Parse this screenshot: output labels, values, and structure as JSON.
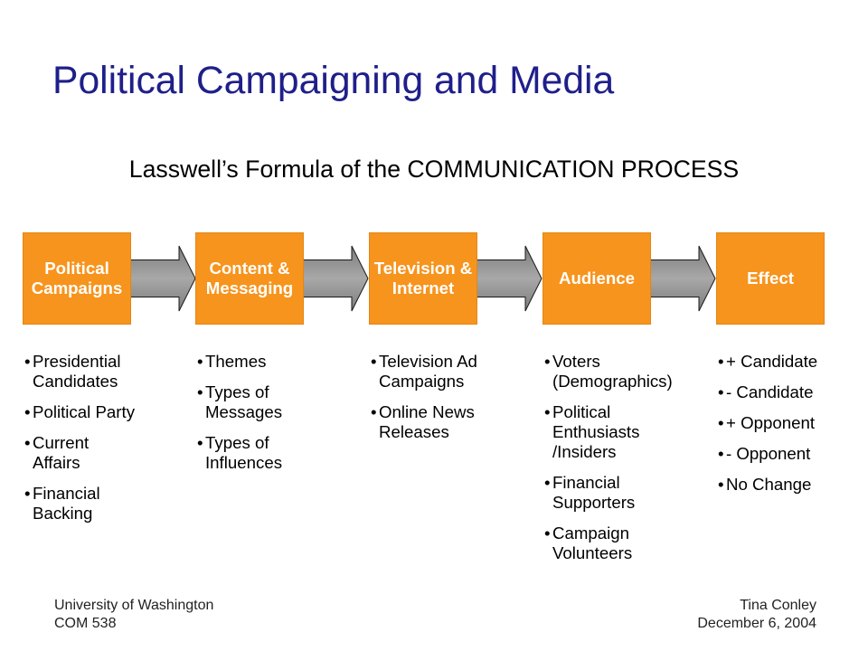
{
  "slide": {
    "title": "Political Campaigning and Media",
    "subtitle": "Lasswell’s Formula of the COMMUNICATION PROCESS"
  },
  "process": {
    "stages": [
      {
        "label": "Political Campaigns",
        "items": [
          "Presidential Candidates",
          "Political Party",
          "Current Affairs",
          "Financial Backing"
        ]
      },
      {
        "label": "Content & Messaging",
        "items": [
          "Themes",
          "Types of Messages",
          "Types of Influences"
        ]
      },
      {
        "label": "Television & Internet",
        "items": [
          "Television Ad Campaigns",
          "Online News Releases"
        ]
      },
      {
        "label": "Audience",
        "items": [
          "Voters (Demographics)",
          "Political Enthusiasts /Insiders",
          "Financial Supporters",
          "Campaign Volunteers"
        ]
      },
      {
        "label": "Effect",
        "items": [
          "+ Candidate",
          "- Candidate",
          "+ Opponent",
          "- Opponent",
          "No Change"
        ]
      }
    ]
  },
  "footer": {
    "left": [
      "University of Washington",
      "COM 538"
    ],
    "right": [
      "Tina Conley",
      "December 6, 2004"
    ]
  },
  "colors": {
    "title": "#1f1f8a",
    "stage_fill": "#f7941d",
    "stage_border": "#e38714",
    "stage_text": "#ffffff",
    "arrow_dark": "#7c7c7c",
    "arrow_light": "#a8a8a8",
    "arrow_outline": "#1a1a1a",
    "body_text": "#000000",
    "footer_text": "#222222"
  }
}
